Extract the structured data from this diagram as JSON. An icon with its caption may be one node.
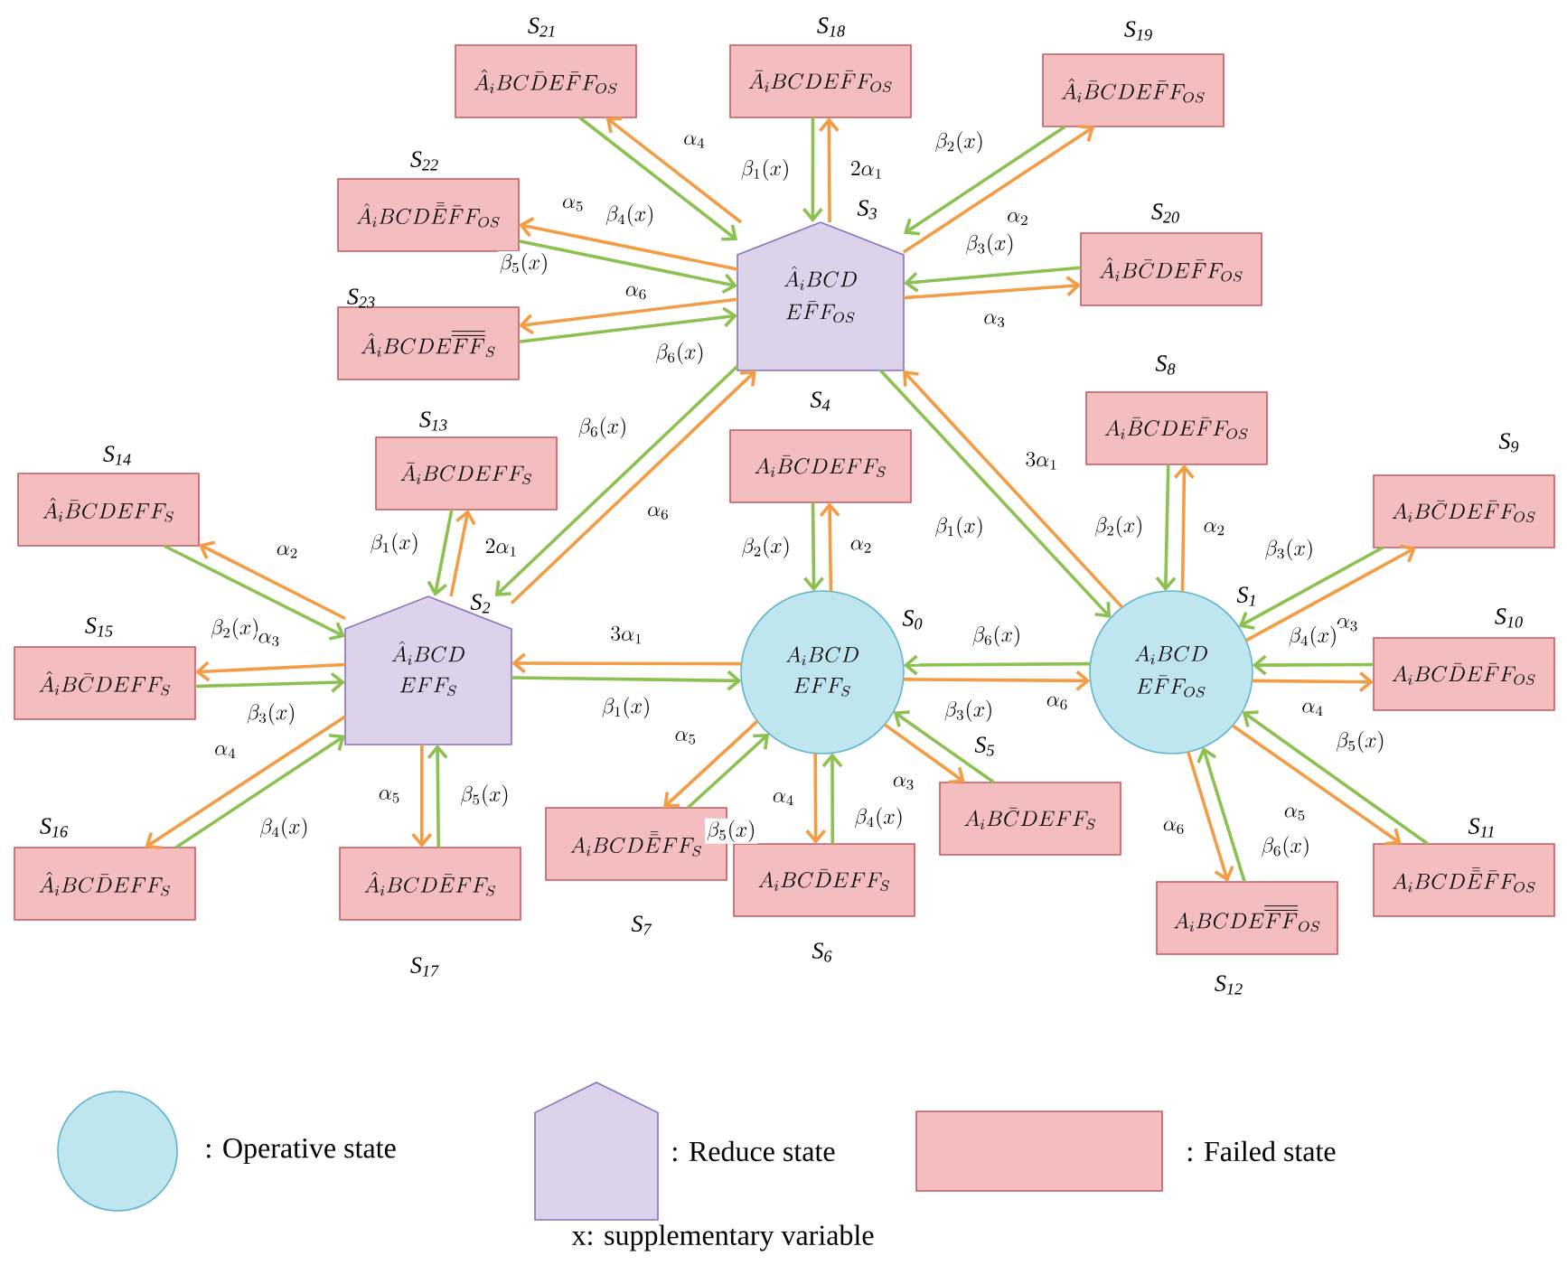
{
  "diagram": {
    "nodes": [
      {
        "text": [
          "\\begin{gathered}A_iBCD\\\\ EFF_S\\end{gathered}"
        ],
        "beside": [
          "S$_{0}$"
        ]
      },
      {
        "text": [
          "\\begin{gathered}A_iBCD\\\\ E\\bar{F}F_{OS}\\end{gathered}"
        ],
        "beside": [
          "S$_{1}$"
        ]
      },
      {
        "text": [
          "\\begin{gathered}\\hat{A}_iBCD\\\\ EFF_S\\end{gathered}"
        ],
        "beside": [
          "S$_{2}$"
        ]
      },
      {
        "text": [
          "\\begin{gathered}\\hat{A}_iBCD\\\\ E\\bar{F}F_{OS}\\end{gathered}"
        ],
        "beside": [
          "S$_{3}$"
        ]
      },
      {
        "text": [
          "A_i\\bar{B}CDEFF_S"
        ],
        "beside": [
          "S$_{4}$"
        ]
      },
      {
        "text": [
          "A_iB\\bar{C}DEFF_S"
        ],
        "beside": [
          "S$_{5}$"
        ]
      },
      {
        "text": [
          "A_iBC\\bar{D}EFF_S"
        ],
        "beside": [
          "S$_{6}$"
        ]
      },
      {
        "text": [
          "A_iBCD\\bar{\\bar{E}}FF_S"
        ],
        "beside": [
          "S$_{7}$"
        ]
      },
      {
        "text": [
          "A_i\\bar{B}CDE\\bar{F}F_{OS}"
        ],
        "beside": [
          "S$_{8}$"
        ]
      },
      {
        "text": [
          "A_iB\\bar{C}DE\\bar{F}F_{OS}"
        ],
        "beside": [
          "S$_{9}$"
        ]
      },
      {
        "text": [
          "A_iBC\\bar{D}E\\bar{F}F_{OS}"
        ],
        "beside": [
          "S$_{10}$"
        ]
      },
      {
        "text": [
          "A_iBCD\\bar{\\bar{E}}\\bar{F}F_{OS}"
        ],
        "beside": [
          "S$_{11}$"
        ]
      },
      {
        "text": [
          "A_iBCDE\\overline{\\overline{FF}}_{OS}"
        ],
        "beside": [
          "S$_{12}$"
        ]
      },
      {
        "text": [
          "\\bar{A}_iBCDEFF_S"
        ],
        "beside": [
          "S$_{13}$"
        ]
      },
      {
        "text": [
          "\\hat{A}_i\\bar{B}CDEFF_S"
        ],
        "beside": [
          "S$_{14}$"
        ]
      },
      {
        "text": [
          "\\hat{A}_iB\\bar{C}DEFF_S"
        ],
        "beside": [
          "S$_{15}$"
        ]
      },
      {
        "text": [
          "\\hat{A}_iBC\\bar{D}EFF_S"
        ],
        "beside": [
          "S$_{16}$"
        ]
      },
      {
        "text": [
          "\\hat{A}_iBCD\\bar{E}FF_S"
        ],
        "beside": [
          "S$_{17}$"
        ]
      },
      {
        "text": [
          "\\bar{A}_iBCDE\\bar{F}F_{OS}"
        ],
        "beside": [
          "S$_{18}$"
        ]
      },
      {
        "text": [
          "\\hat{A}_i\\bar{B}CDE\\bar{F}F_{OS}"
        ],
        "beside": [
          "S$_{19}$"
        ]
      },
      {
        "text": [
          "\\hat{A}_iB\\bar{C}DE\\bar{F}F_{OS}"
        ],
        "beside": [
          "S$_{20}$"
        ]
      },
      {
        "text": [
          "\\hat{A}_iBC\\bar{D}E\\bar{F}F_{OS}"
        ],
        "beside": [
          "S$_{21}$"
        ]
      },
      {
        "text": [
          "\\hat{A}_iBCD\\bar{\\bar{E}}\\bar{F}F_{OS}"
        ],
        "beside": [
          "S$_{22}$"
        ]
      },
      {
        "text": [
          "\\hat{A}_iBCDE\\overline{\\overline{FF}}_S"
        ],
        "beside": [
          "S$_{23}$"
        ]
      }
    ],
    "edges": [
      {
        "from": 0,
        "to": 2,
        "arrow": "to",
        "label": "3\\alpha_1",
        "color": "#f39c45"
      },
      {
        "from": 2,
        "to": 0,
        "arrow": "to",
        "label": "\\beta_1(x)",
        "color": "#8cc152"
      },
      {
        "from": 0,
        "to": 1,
        "arrow": "to",
        "label": "\\alpha_6",
        "color": "#f39c45"
      },
      {
        "from": 1,
        "to": 0,
        "arrow": "to",
        "label": "\\beta_6(x)",
        "color": "#8cc152"
      },
      {
        "from": 2,
        "to": 3,
        "arrow": "to",
        "label": "\\alpha_6",
        "color": "#f39c45"
      },
      {
        "from": 3,
        "to": 2,
        "arrow": "to",
        "label": "\\beta_6(x)",
        "color": "#8cc152"
      },
      {
        "from": 1,
        "to": 3,
        "arrow": "to",
        "label": "3\\alpha_1",
        "color": "#f39c45"
      },
      {
        "from": 3,
        "to": 1,
        "arrow": "to",
        "label": "\\beta_1(x)",
        "color": "#8cc152"
      },
      {
        "from": 0,
        "to": 4,
        "arrow": "to",
        "label": "\\alpha_2",
        "color": "#f39c45"
      },
      {
        "from": 4,
        "to": 0,
        "arrow": "to",
        "label": "\\beta_2(x)",
        "color": "#8cc152"
      },
      {
        "from": 0,
        "to": 5,
        "arrow": "to",
        "label": "\\alpha_3",
        "color": "#f39c45"
      },
      {
        "from": 5,
        "to": 0,
        "arrow": "to",
        "label": "\\beta_3(x)",
        "color": "#8cc152"
      },
      {
        "from": 0,
        "to": 6,
        "arrow": "to",
        "label": "\\alpha_4",
        "color": "#f39c45"
      },
      {
        "from": 6,
        "to": 0,
        "arrow": "to",
        "label": "\\beta_4(x)",
        "color": "#8cc152"
      },
      {
        "from": 0,
        "to": 7,
        "arrow": "to",
        "label": "\\alpha_5",
        "color": "#f39c45"
      },
      {
        "from": 7,
        "to": 0,
        "arrow": "to",
        "label": "\\beta_5(x)",
        "color": "#8cc152"
      },
      {
        "from": 1,
        "to": 8,
        "arrow": "to",
        "label": "\\alpha_2",
        "color": "#f39c45"
      },
      {
        "from": 8,
        "to": 1,
        "arrow": "to",
        "label": "\\beta_2(x)",
        "color": "#8cc152"
      },
      {
        "from": 1,
        "to": 9,
        "arrow": "to",
        "label": "\\alpha_3",
        "color": "#f39c45"
      },
      {
        "from": 9,
        "to": 1,
        "arrow": "to",
        "label": "\\beta_3(x)",
        "color": "#8cc152"
      },
      {
        "from": 1,
        "to": 10,
        "arrow": "to",
        "label": "\\alpha_4",
        "color": "#f39c45"
      },
      {
        "from": 10,
        "to": 1,
        "arrow": "to",
        "label": "\\beta_4(x)",
        "color": "#8cc152"
      },
      {
        "from": 1,
        "to": 11,
        "arrow": "to",
        "label": "\\alpha_5",
        "color": "#f39c45"
      },
      {
        "from": 11,
        "to": 1,
        "arrow": "to",
        "label": "\\beta_5(x)",
        "color": "#8cc152"
      },
      {
        "from": 1,
        "to": 12,
        "arrow": "to",
        "label": "\\alpha_6",
        "color": "#f39c45"
      },
      {
        "from": 12,
        "to": 1,
        "arrow": "to",
        "label": "\\beta_6(x)",
        "color": "#8cc152"
      },
      {
        "from": 2,
        "to": 13,
        "arrow": "to",
        "label": "2\\alpha_1",
        "color": "#f39c45"
      },
      {
        "from": 13,
        "to": 2,
        "arrow": "to",
        "label": "\\beta_1(x)",
        "color": "#8cc152"
      },
      {
        "from": 2,
        "to": 14,
        "arrow": "to",
        "label": "\\alpha_2",
        "color": "#f39c45"
      },
      {
        "from": 14,
        "to": 2,
        "arrow": "to",
        "label": "\\beta_2(x)",
        "color": "#8cc152"
      },
      {
        "from": 2,
        "to": 15,
        "arrow": "to",
        "label": "\\alpha_3",
        "color": "#f39c45"
      },
      {
        "from": 15,
        "to": 2,
        "arrow": "to",
        "label": "\\beta_3(x)",
        "color": "#8cc152"
      },
      {
        "from": 2,
        "to": 16,
        "arrow": "to",
        "label": "\\alpha_4",
        "color": "#f39c45"
      },
      {
        "from": 16,
        "to": 2,
        "arrow": "to",
        "label": "\\beta_4(x)",
        "color": "#8cc152"
      },
      {
        "from": 2,
        "to": 17,
        "arrow": "to",
        "label": "\\alpha_5",
        "color": "#f39c45"
      },
      {
        "from": 17,
        "to": 2,
        "arrow": "to",
        "label": "\\beta_5(x)",
        "color": "#8cc152"
      },
      {
        "from": 3,
        "to": 18,
        "arrow": "to",
        "label": "2\\alpha_1",
        "color": "#f39c45"
      },
      {
        "from": 18,
        "to": 3,
        "arrow": "to",
        "label": "\\beta_1(x)",
        "color": "#8cc152"
      },
      {
        "from": 3,
        "to": 19,
        "arrow": "to",
        "label": "\\alpha_2",
        "color": "#f39c45"
      },
      {
        "from": 19,
        "to": 3,
        "arrow": "to",
        "label": "\\beta_2(x)",
        "color": "#8cc152"
      },
      {
        "from": 3,
        "to": 20,
        "arrow": "to",
        "label": "\\alpha_3",
        "color": "#f39c45"
      },
      {
        "from": 20,
        "to": 3,
        "arrow": "to",
        "label": "\\beta_3(x)",
        "color": "#8cc152"
      },
      {
        "from": 3,
        "to": 21,
        "arrow": "to",
        "label": "\\alpha_4",
        "color": "#f39c45"
      },
      {
        "from": 21,
        "to": 3,
        "arrow": "to",
        "label": "\\beta_4(x)",
        "color": "#8cc152"
      },
      {
        "from": 3,
        "to": 22,
        "arrow": "to",
        "label": "\\alpha_5",
        "color": "#f39c45"
      },
      {
        "from": 22,
        "to": 3,
        "arrow": "to",
        "label": "\\beta_5(x)",
        "color": "#8cc152"
      },
      {
        "from": 3,
        "to": 23,
        "arrow": "to",
        "label": "\\alpha_6",
        "color": "#f39c45"
      },
      {
        "from": 23,
        "to": 3,
        "arrow": "to",
        "label": "\\beta_6(x)",
        "color": "#8cc152"
      }
    ],
    "labels": [
      "x: supplementary variable"
    ],
    "legend": [
      {
        "text": ": Operative state"
      },
      {
        "text": ": Reduce state"
      },
      {
        "text": ": Failed state"
      }
    ]
  }
}
